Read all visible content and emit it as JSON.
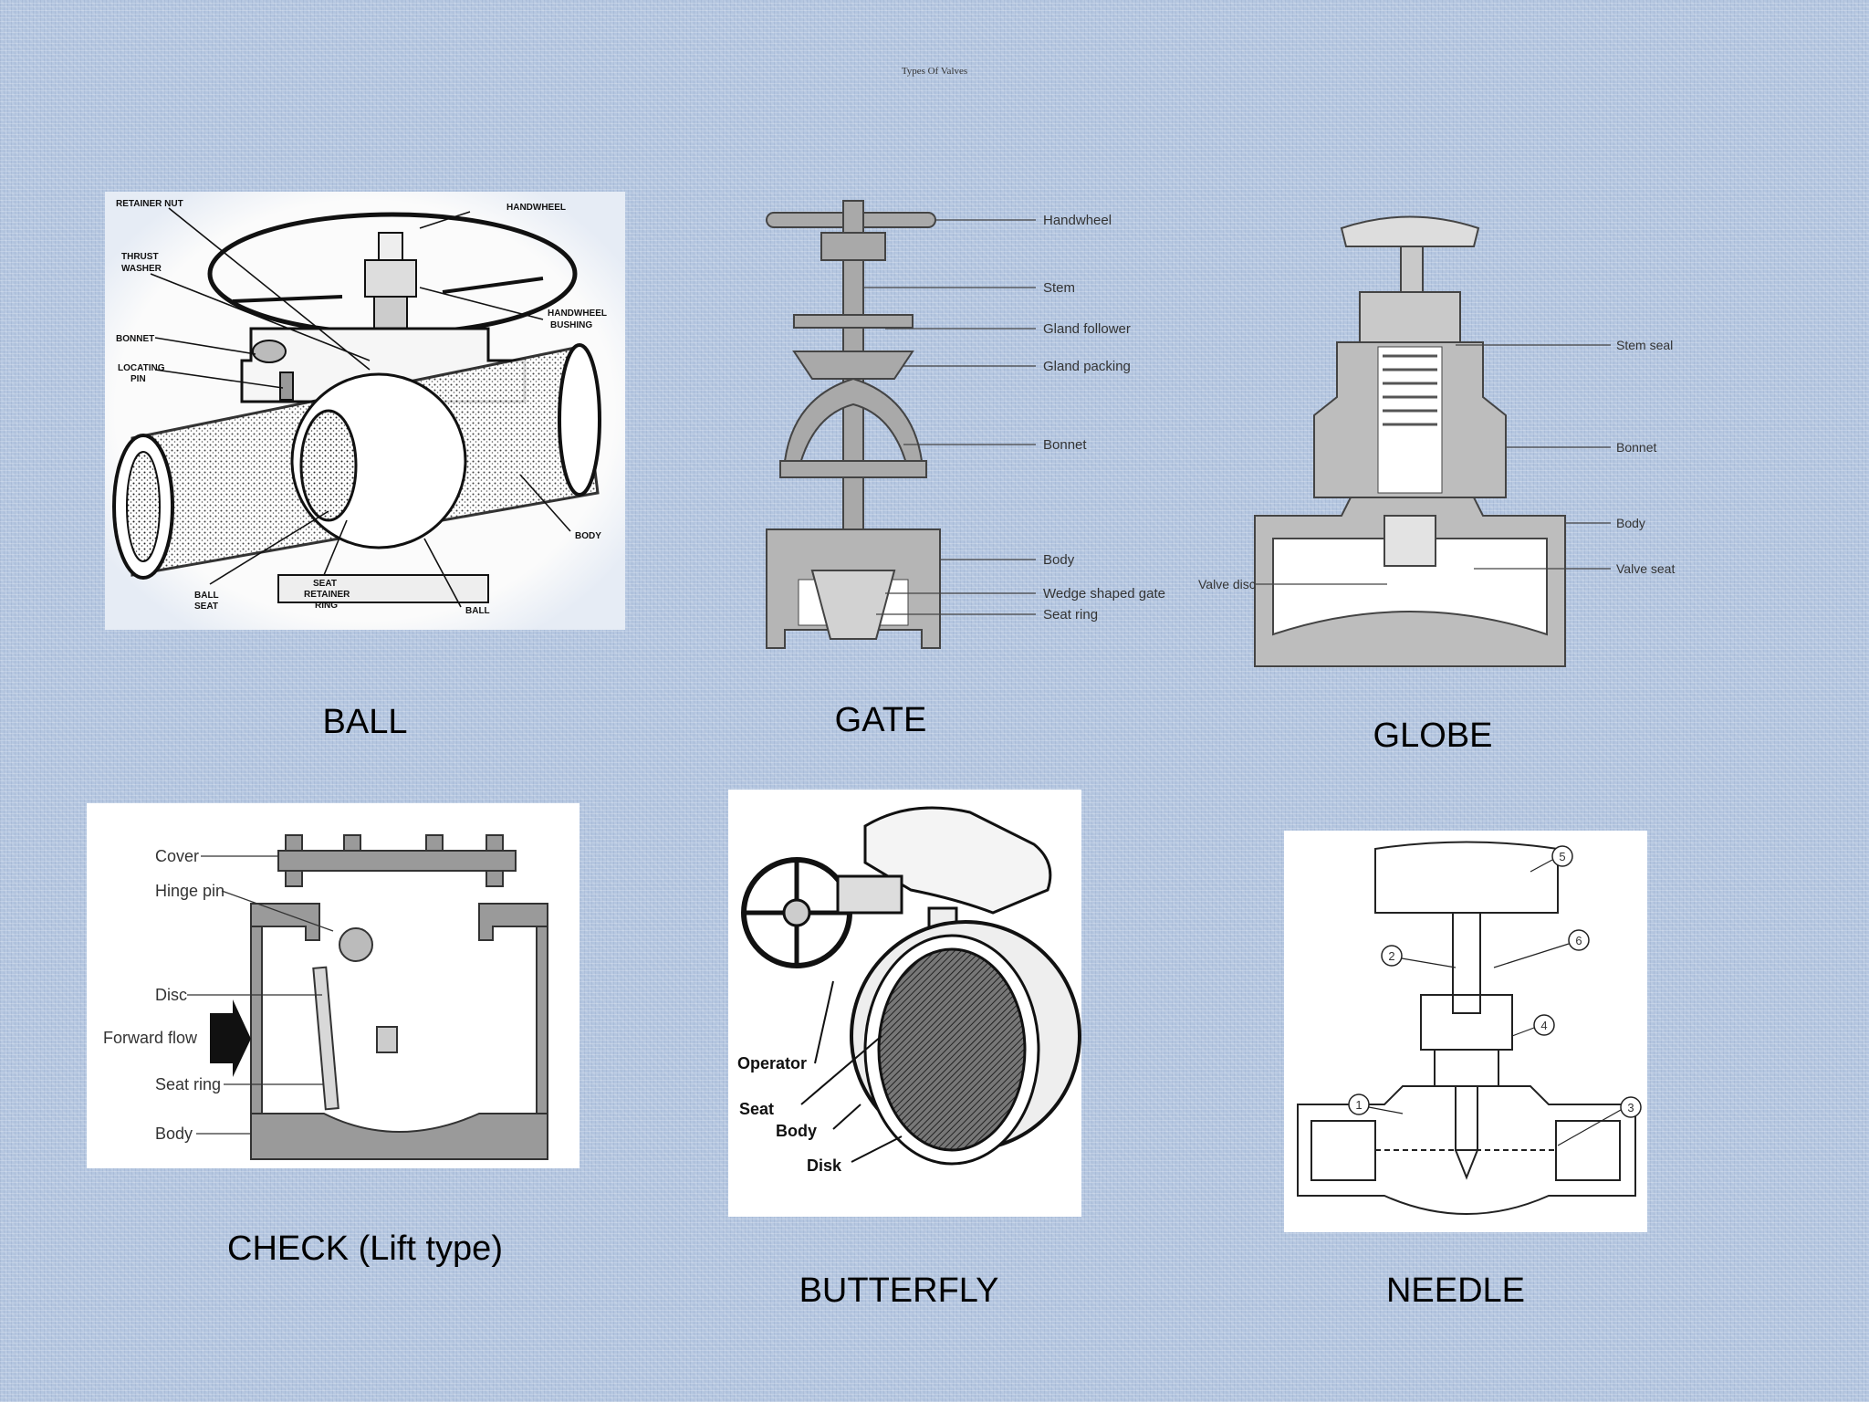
{
  "slide": {
    "title": "Types Of Valves"
  },
  "ball": {
    "caption": "BALL",
    "labels": {
      "retainer_nut": "RETAINER NUT",
      "handwheel": "HANDWHEEL",
      "thrust": "THRUST",
      "washer": "WASHER",
      "handwheel2": "HANDWHEEL",
      "bushing": "BUSHING",
      "bonnet": "BONNET",
      "locating": "LOCATING",
      "pin": "PIN",
      "body": "BODY",
      "ball_l1": "BALL",
      "ball_l2": "SEAT",
      "seat_l1": "SEAT",
      "seat_l2": "RETAINER",
      "seat_l3": "RING",
      "ball": "BALL"
    }
  },
  "gate": {
    "caption": "GATE",
    "labels": {
      "handwheel": "Handwheel",
      "stem": "Stem",
      "gland_follower": "Gland follower",
      "gland_packing": "Gland packing",
      "bonnet": "Bonnet",
      "body": "Body",
      "wedge": "Wedge shaped gate",
      "seat_ring": "Seat ring"
    }
  },
  "globe": {
    "caption": "GLOBE",
    "labels": {
      "stem_seal": "Stem seal",
      "bonnet": "Bonnet",
      "body": "Body",
      "valve_seat": "Valve seat",
      "valve_disc": "Valve disc"
    }
  },
  "check": {
    "caption": "CHECK (Lift type)",
    "labels": {
      "cover": "Cover",
      "hinge_pin": "Hinge pin",
      "disc": "Disc",
      "forward_flow": "Forward flow",
      "seat_ring": "Seat ring",
      "body": "Body"
    }
  },
  "butterfly": {
    "caption": "BUTTERFLY",
    "labels": {
      "operator": "Operator",
      "seat": "Seat",
      "body": "Body",
      "disk": "Disk"
    }
  },
  "needle": {
    "caption": "NEEDLE",
    "labels": {
      "n1": "1",
      "n2": "2",
      "n3": "3",
      "n4": "4",
      "n5": "5",
      "n6": "6"
    }
  }
}
